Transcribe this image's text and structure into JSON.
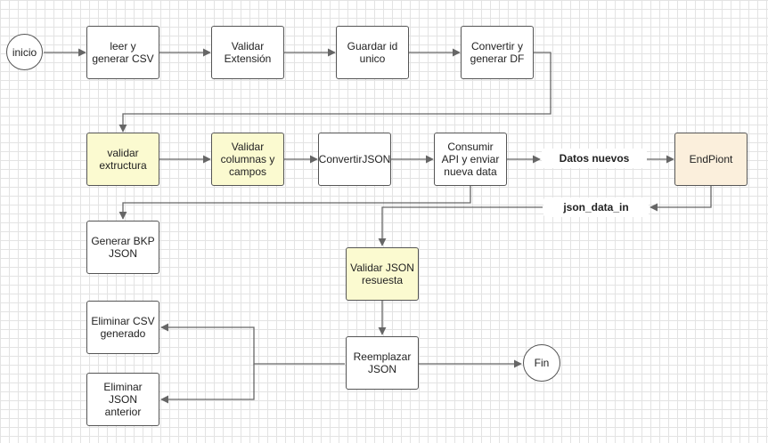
{
  "nodes": {
    "inicio": "inicio",
    "leer_csv": "leer y\ngenerar CSV",
    "validar_extension": "Validar\nExtensión",
    "guardar_id": "Guardar id\nunico",
    "convertir_df": "Convertir y\ngenerar DF",
    "validar_extructura": "validar\nextructura",
    "validar_columnas": "Validar\ncolumnas y\ncampos",
    "convertir_json": "ConvertirJSON",
    "consumir_api": "Consumir\nAPI y enviar\nnueva data",
    "datos_nuevos": "Datos nuevos",
    "endpoint": "EndPiont",
    "json_data_in": "json_data_in",
    "generar_bkp": "Generar BKP\nJSON",
    "validar_json": "Validar JSON\nresuesta",
    "eliminar_csv": "Eliminar CSV\ngenerado",
    "reemplazar_json": "Reemplazar\nJSON",
    "fin": "Fin",
    "eliminar_json": "Eliminar\nJSON\nanterior"
  },
  "colors": {
    "highlight": "#fbfad0",
    "endpoint": "#fbefdc",
    "border": "#555555",
    "edge": "#666666"
  }
}
